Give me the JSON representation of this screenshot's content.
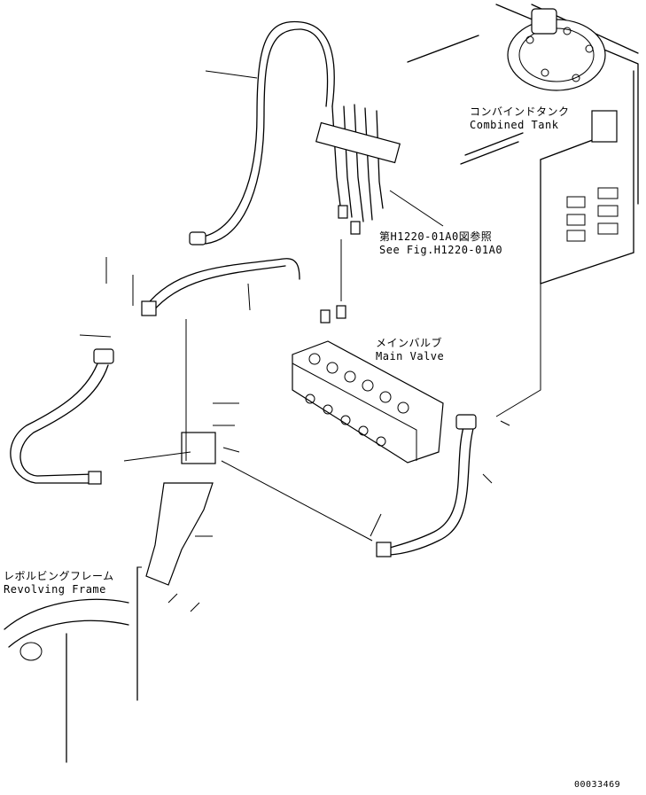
{
  "labels": {
    "combined_tank_jp": "コンバインドタンク",
    "combined_tank_en": "Combined Tank",
    "see_fig_jp": "第H1220-01A0図参照",
    "see_fig_en": "See Fig.H1220-01A0",
    "main_valve_jp": "メインバルブ",
    "main_valve_en": "Main Valve",
    "revolving_frame_jp": "レボルビングフレーム",
    "revolving_frame_en": "Revolving Frame",
    "drawing_number": "00033469"
  }
}
